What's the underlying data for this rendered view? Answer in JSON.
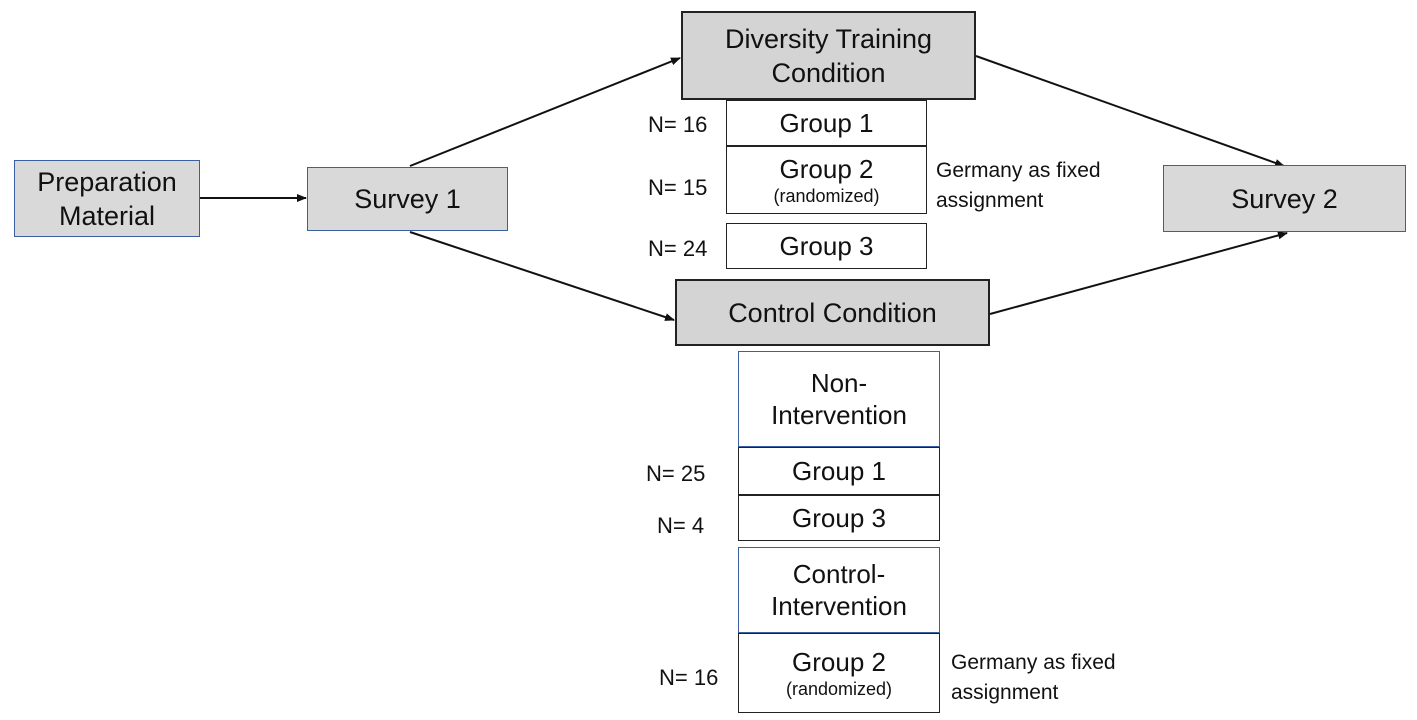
{
  "preparation": {
    "line1": "Preparation",
    "line2": "Material"
  },
  "survey1": "Survey 1",
  "survey2": "Survey 2",
  "training": {
    "line1": "Diversity Training",
    "line2": "Condition",
    "groups": [
      {
        "n": "N= 16",
        "label": "Group 1"
      },
      {
        "n": "N= 15",
        "label": "Group 2",
        "sub": "(randomized)"
      },
      {
        "n": "N= 24",
        "label": "Group 3"
      }
    ],
    "note": {
      "line1": "Germany as fixed",
      "line2": "assignment"
    }
  },
  "control": {
    "title": "Control Condition",
    "non_intervention": {
      "line1": "Non-",
      "line2": "Intervention"
    },
    "non_groups": [
      {
        "n": "N= 25",
        "label": "Group 1"
      },
      {
        "n": "N= 4",
        "label": "Group 3"
      }
    ],
    "control_intervention": {
      "line1": "Control-",
      "line2": "Intervention"
    },
    "ci_group": {
      "n": "N= 16",
      "label": "Group 2",
      "sub": "(randomized)"
    },
    "note": {
      "line1": "Germany as fixed",
      "line2": "assignment"
    }
  }
}
